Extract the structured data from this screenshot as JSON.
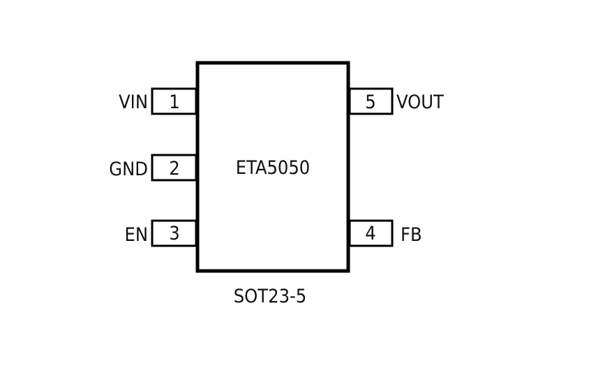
{
  "chip": {
    "name": "ETA5050",
    "package": "SOT23-5"
  },
  "pins": {
    "p1": {
      "number": "1",
      "name": "VIN"
    },
    "p2": {
      "number": "2",
      "name": "GND"
    },
    "p3": {
      "number": "3",
      "name": "EN"
    },
    "p4": {
      "number": "4",
      "name": "FB"
    },
    "p5": {
      "number": "5",
      "name": "VOUT"
    }
  },
  "colors": {
    "stroke": "#000000",
    "background": "#ffffff"
  }
}
